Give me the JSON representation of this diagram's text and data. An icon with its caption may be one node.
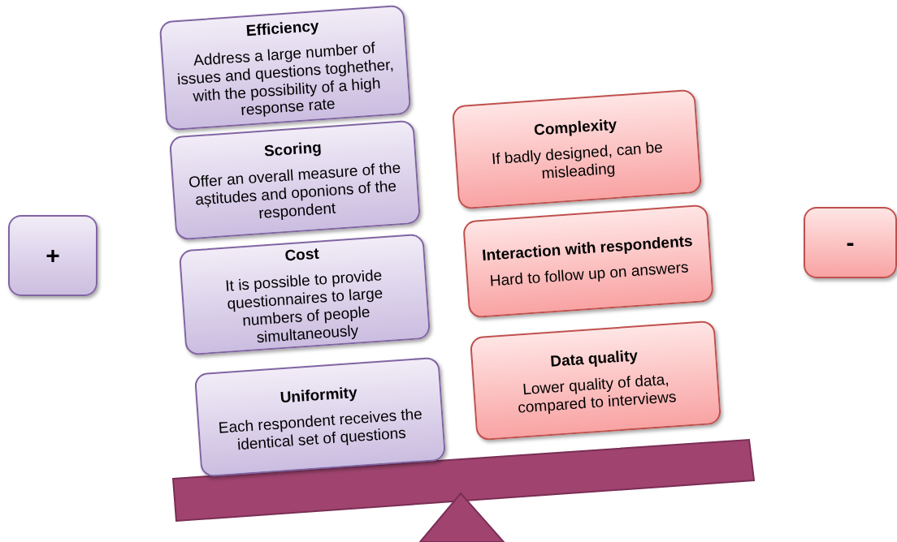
{
  "diagram": {
    "nodes": [
      {
        "text": [
          "+"
        ]
      },
      {
        "text": [
          "Efficiency",
          "Address a large number of issues and questions toghether, with the possibility of a high response rate"
        ]
      },
      {
        "text": [
          "Scoring",
          "Offer an overall measure of the aștitudes and oponions of the respondent"
        ]
      },
      {
        "text": [
          "Cost",
          "It is possible to provide questionnaires to large numbers of people simultaneously"
        ]
      },
      {
        "text": [
          "Uniformity",
          "Each respondent receives the identical set of questions"
        ]
      },
      {
        "text": [
          "Complexity",
          "If badly designed, can be misleading"
        ]
      },
      {
        "text": [
          "Interaction with respondents",
          "Hard to follow up on answers"
        ]
      },
      {
        "text": [
          "Data quality",
          "Lower quality of data, compared to interviews"
        ]
      },
      {
        "text": [
          "-"
        ]
      }
    ],
    "edges": []
  }
}
